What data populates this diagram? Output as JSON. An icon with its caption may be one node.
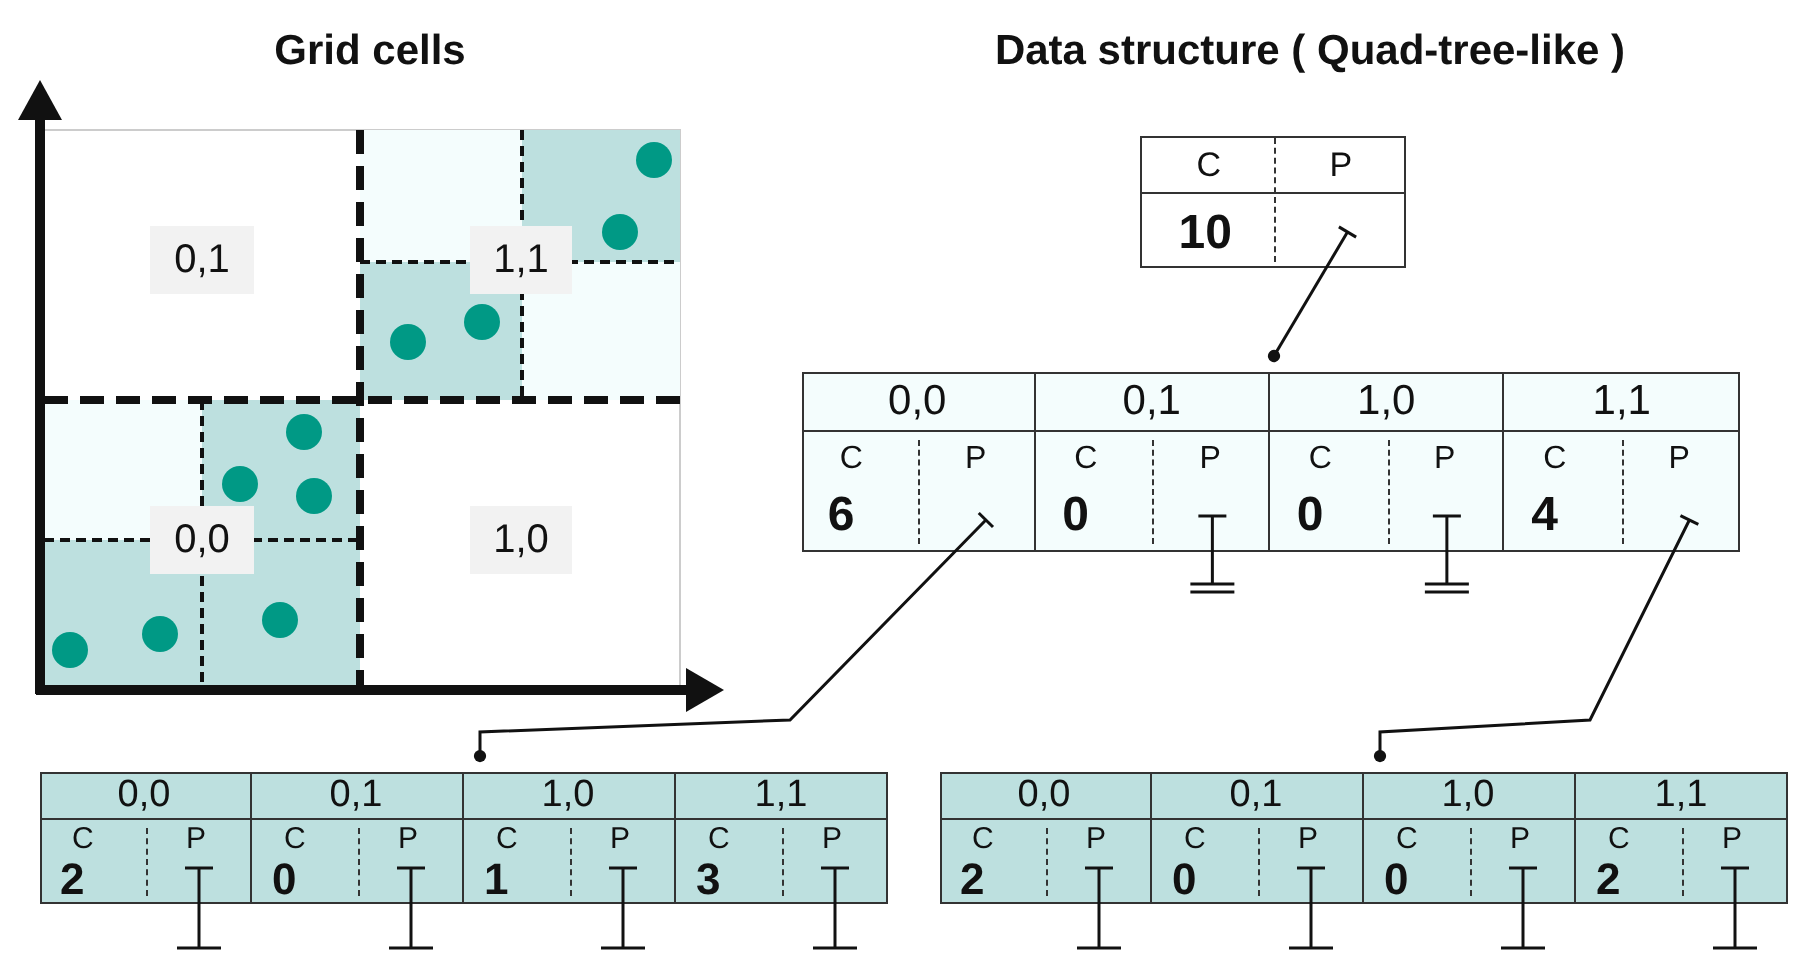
{
  "diagram": {
    "nodes": [
      {
        "text": [
          "C",
          "P",
          "10"
        ]
      },
      {
        "text": [],
        "shape": "box"
      },
      {
        "text": [
          "0,0",
          "C",
          "P",
          "6"
        ],
        "in": 1
      },
      {
        "text": [
          "0,1",
          "C",
          "P",
          "0"
        ],
        "in": 1
      },
      {
        "text": [
          "1,0",
          "C",
          "P",
          "0"
        ],
        "in": 1
      },
      {
        "text": [
          "1,1",
          "C",
          "P",
          "4"
        ],
        "in": 1
      },
      {
        "text": [],
        "shape": "box"
      },
      {
        "text": [
          "0,0",
          "C",
          "P",
          "2"
        ],
        "in": 6
      },
      {
        "text": [
          "0,1",
          "C",
          "P",
          "0"
        ],
        "in": 6
      },
      {
        "text": [
          "1,0",
          "C",
          "P",
          "1"
        ],
        "in": 6
      },
      {
        "text": [
          "1,1",
          "C",
          "P",
          "3"
        ],
        "in": 6
      },
      {
        "text": [],
        "shape": "box"
      },
      {
        "text": [
          "0,0",
          "C",
          "P",
          "2"
        ],
        "in": 11
      },
      {
        "text": [
          "0,1",
          "C",
          "P",
          "0"
        ],
        "in": 11
      },
      {
        "text": [
          "1,0",
          "C",
          "P",
          "0"
        ],
        "in": 11
      },
      {
        "text": [
          "1,1",
          "C",
          "P",
          "2"
        ],
        "in": 11
      }
    ],
    "edges": [
      {
        "from": 0,
        "to": 1,
        "arrow": "other"
      },
      {
        "from": 2,
        "to": 6,
        "arrow": "other"
      },
      {
        "from": 5,
        "to": 11,
        "arrow": "other"
      }
    ],
    "labels": [
      "Grid cells",
      "Data structure ( Quad-tree-like )",
      "0,1",
      "1,1",
      "0,0",
      "1,0"
    ]
  }
}
